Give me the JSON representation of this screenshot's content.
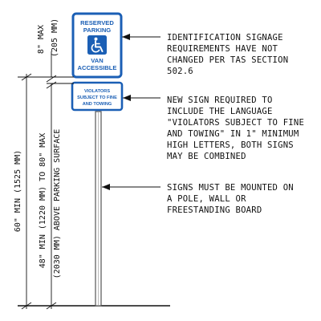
{
  "colors": {
    "sign_blue": "#1b5fb5",
    "line": "#111111",
    "pole": "#9a9a9a"
  },
  "icons": {
    "accessibility": "wheelchair-symbol-icon"
  },
  "sign_top": {
    "line1": "RESERVED",
    "line2": "PARKING",
    "line3": "VAN",
    "line4": "ACCESSIBLE"
  },
  "sign_bottom": {
    "line1": "VIOLATORS",
    "line2": "SUBJECT TO FINE",
    "line3": "AND TOWING"
  },
  "notes": {
    "identification": "IDENTIFICATION SIGNAGE\nREQUIREMENTS HAVE NOT\nCHANGED PER TAS SECTION\n502.6",
    "new_sign": "NEW SIGN REQUIRED TO\nINCLUDE THE LANGUAGE\n\"VIOLATORS SUBJECT TO FINE\nAND TOWING\" IN 1\" MINIMUM\nHIGH LETTERS, BOTH SIGNS\nMAY BE COMBINED",
    "mounting": "SIGNS MUST BE MOUNTED ON\nA POLE, WALL OR\nFREESTANDING BOARD"
  },
  "dimensions": {
    "gap_max": "8\" MAX",
    "gap_max_mm": "(205 MM)",
    "total_min": "60\" MIN (1525 MM)",
    "range": "48\" MIN (1220 MM) TO 80\" MAX",
    "range_mm": "(2030 MM) ABOVE PARKING SURFACE"
  }
}
